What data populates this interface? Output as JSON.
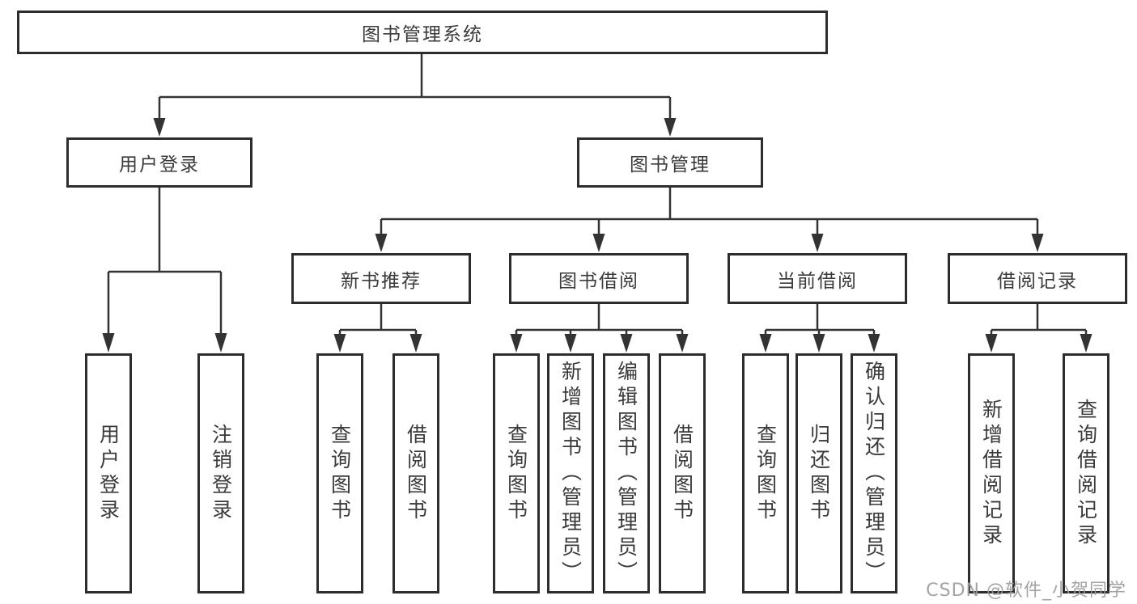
{
  "tree": {
    "root": {
      "label": "图书管理系统"
    },
    "branches": [
      {
        "label": "用户登录",
        "children": [
          {
            "label": "用户登录"
          },
          {
            "label": "注销登录"
          }
        ]
      },
      {
        "label": "图书管理",
        "children": [
          {
            "label": "新书推荐",
            "children": [
              {
                "label": "查询图书"
              },
              {
                "label": "借阅图书"
              }
            ]
          },
          {
            "label": "图书借阅",
            "children": [
              {
                "label": "查询图书"
              },
              {
                "label": "新增图书（管理员）"
              },
              {
                "label": "编辑图书（管理员）"
              },
              {
                "label": "借阅图书"
              }
            ]
          },
          {
            "label": "当前借阅",
            "children": [
              {
                "label": "查询图书"
              },
              {
                "label": "归还图书"
              },
              {
                "label": "确认归还（管理员）"
              }
            ]
          },
          {
            "label": "借阅记录",
            "children": [
              {
                "label": "新增借阅记录"
              },
              {
                "label": "查询借阅记录"
              }
            ]
          }
        ]
      }
    ]
  },
  "watermark": {
    "text": "CSDN @软件_小贺同学"
  },
  "colors": {
    "line": "#333333",
    "box_border": "#2d2d2d",
    "text": "#3a3a3a",
    "background": "#ffffff",
    "watermark": "#9b9b9b"
  }
}
